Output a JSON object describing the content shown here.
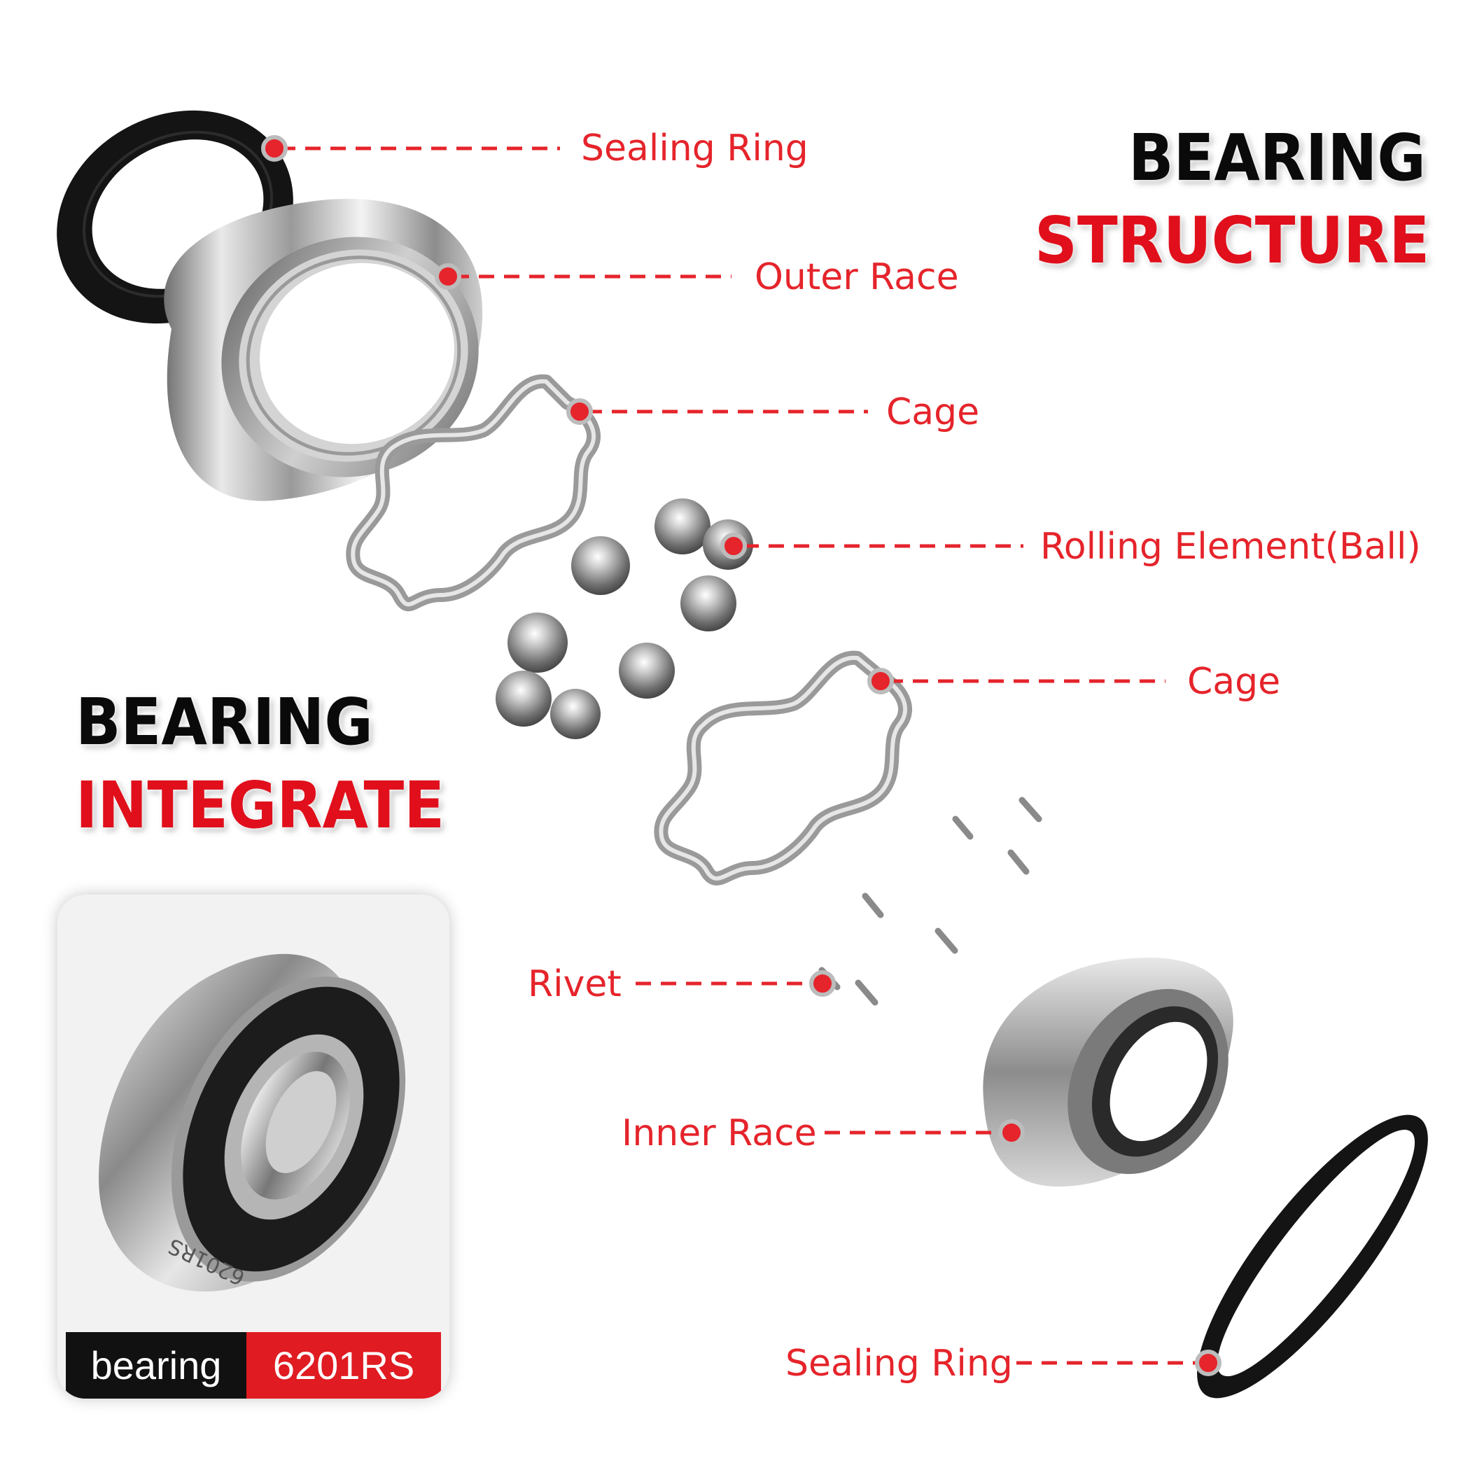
{
  "title_structure": {
    "line1": "BEARING",
    "line2": "STRUCTURE"
  },
  "title_integrate": {
    "line1": "BEARING",
    "line2": "INTEGRATE"
  },
  "callouts": {
    "sealing_ring_top": "Sealing Ring",
    "outer_race": "Outer Race",
    "cage_top": "Cage",
    "rolling_element": "Rolling Element(Ball)",
    "cage_lower": "Cage",
    "rivet": "Rivet",
    "inner_race": "Inner Race",
    "sealing_ring_bottom": "Sealing Ring"
  },
  "product": {
    "label": "bearing",
    "model": "6201RS",
    "engraving": "6201RS"
  },
  "colors": {
    "accent_red": "#e5242b",
    "heading_red": "#e00f1b",
    "seal_black": "#111111",
    "steel": "#b9b9b9"
  }
}
